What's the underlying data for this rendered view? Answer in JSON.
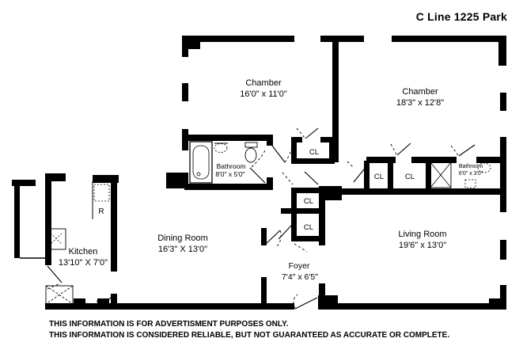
{
  "title": "C Line 1225 Park",
  "rooms": {
    "chamber_left": {
      "name": "Chamber",
      "dims": "16'0\" x 11'0\""
    },
    "chamber_right": {
      "name": "Chamber",
      "dims": "18'3\" x 12'8\""
    },
    "bathroom_left": {
      "name": "Bathroom",
      "dims": "8'0\" x 5'0\""
    },
    "bathroom_right": {
      "name": "Bathroom",
      "dims": "6'0\" x 3'0\""
    },
    "dining_room": {
      "name": "Dining Room",
      "dims": "16'3\" X 13'0\""
    },
    "living_room": {
      "name": "Living Room",
      "dims": "19'6\" x 13'0\""
    },
    "kitchen": {
      "name": "Kitchen",
      "dims": "13'10\" X 7'0\""
    },
    "foyer": {
      "name": "Foyer",
      "dims": "7'4\" x 6'5\""
    }
  },
  "labels": {
    "closet": "CL",
    "refrigerator": "R"
  },
  "disclaimer": {
    "line1": "THIS INFORMATION IS FOR ADVERTISMENT PURPOSES ONLY.",
    "line2": "THIS INFORMATION IS CONSIDERED RELIABLE, BUT NOT GUARANTEED AS ACCURATE OR COMPLETE."
  },
  "colors": {
    "wall": "#000000",
    "background": "#ffffff",
    "text": "#000000"
  }
}
